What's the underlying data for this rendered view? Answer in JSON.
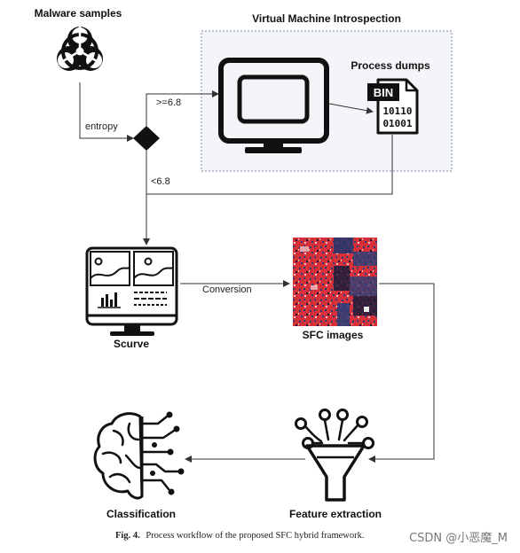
{
  "nodes": {
    "malware_samples": "Malware samples",
    "vmi": "Virtual Machine Introspection",
    "process_dumps": "Process dumps",
    "bin_badge": "BIN",
    "bin_line1": "10110",
    "bin_line2": "01001",
    "scurve": "Scurve",
    "sfc_images": "SFC images",
    "feature_extraction": "Feature extraction",
    "classification": "Classification"
  },
  "edges": {
    "entropy": "entropy",
    "high": ">=6.8",
    "low": "<6.8",
    "conversion": "Conversion"
  },
  "caption": {
    "label": "Fig. 4.",
    "text": "Process workflow of the proposed SFC hybrid framework."
  },
  "watermark": "CSDN @小恶魔_M",
  "colors": {
    "line": "#333333",
    "vmi_border": "#7a8aa8",
    "vmi_fill": "#f4f5f9",
    "sfc_red": "#d6303a",
    "sfc_blue": "#27407a",
    "sfc_dark": "#121c3a"
  }
}
